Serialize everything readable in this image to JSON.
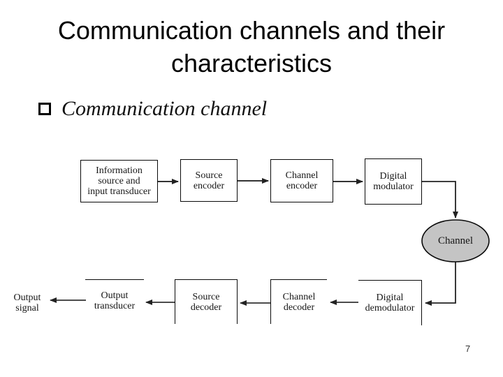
{
  "slide": {
    "title": "Communication channels and their characteristics",
    "page_number": "7"
  },
  "bullet": {
    "text": "Communication channel"
  },
  "diagram": {
    "boxes": {
      "info_source": "Information\nsource and\ninput transducer",
      "source_encoder": "Source\nencoder",
      "channel_encoder": "Channel\nencoder",
      "digital_modulator": "Digital\nmodulator",
      "channel": "Channel",
      "digital_demodulator": "Digital\ndemodulator",
      "channel_decoder": "Channel\ndecoder",
      "source_decoder": "Source\ndecoder",
      "output_transducer": "Output\ntransducer",
      "output_signal": "Output\nsignal"
    },
    "colors": {
      "channel_ellipse_fill": "#c4c4c4",
      "line_color": "#2b2b2b",
      "border_color": "#0a0a0a"
    }
  }
}
